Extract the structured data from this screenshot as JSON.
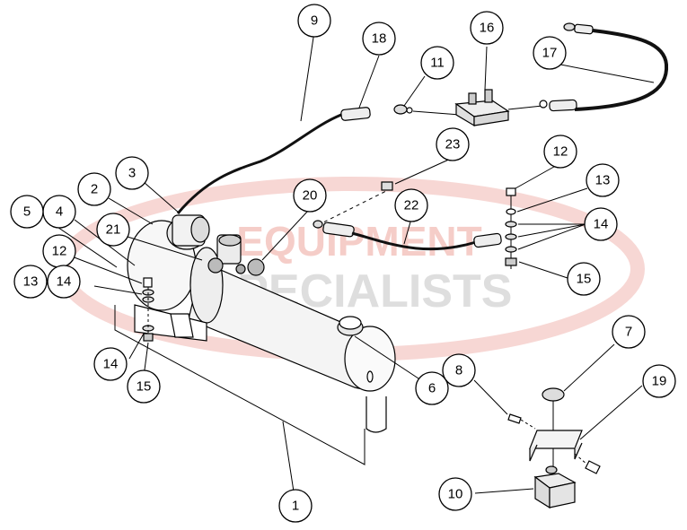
{
  "watermark": {
    "line1": "EQUIPMENT",
    "line2": "SPECIALISTS",
    "accent_color": "#e8403a",
    "gray_color": "#c8c8c8"
  },
  "callouts": [
    {
      "id": "c1",
      "label": "1"
    },
    {
      "id": "c2",
      "label": "2"
    },
    {
      "id": "c3",
      "label": "3"
    },
    {
      "id": "c4",
      "label": "4"
    },
    {
      "id": "c5",
      "label": "5"
    },
    {
      "id": "c6",
      "label": "6"
    },
    {
      "id": "c7",
      "label": "7"
    },
    {
      "id": "c8",
      "label": "8"
    },
    {
      "id": "c9",
      "label": "9"
    },
    {
      "id": "c10",
      "label": "10"
    },
    {
      "id": "c11",
      "label": "11"
    },
    {
      "id": "c12a",
      "label": "12"
    },
    {
      "id": "c12b",
      "label": "12"
    },
    {
      "id": "c13a",
      "label": "13"
    },
    {
      "id": "c13b",
      "label": "13"
    },
    {
      "id": "c14a",
      "label": "14"
    },
    {
      "id": "c14b",
      "label": "14"
    },
    {
      "id": "c14c",
      "label": "14"
    },
    {
      "id": "c15a",
      "label": "15"
    },
    {
      "id": "c15b",
      "label": "15"
    },
    {
      "id": "c16",
      "label": "16"
    },
    {
      "id": "c17",
      "label": "17"
    },
    {
      "id": "c18",
      "label": "18"
    },
    {
      "id": "c19",
      "label": "19"
    },
    {
      "id": "c20",
      "label": "20"
    },
    {
      "id": "c21",
      "label": "21"
    },
    {
      "id": "c22",
      "label": "22"
    },
    {
      "id": "c23",
      "label": "23"
    }
  ]
}
